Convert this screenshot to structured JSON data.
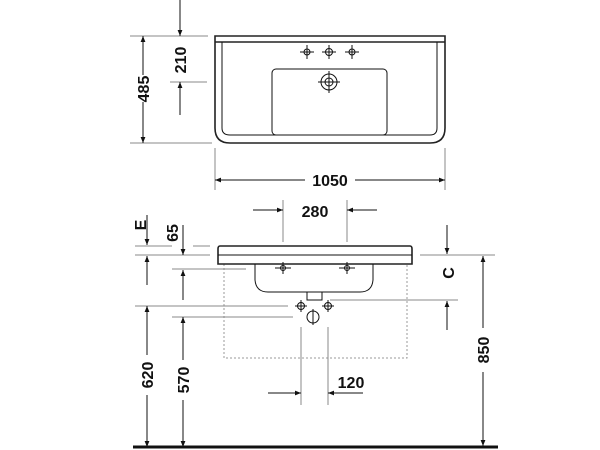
{
  "drawing": {
    "top_view": {
      "depth": "485",
      "tap_offset": "210",
      "width": "1050"
    },
    "front_view": {
      "tap_spacing": "280",
      "e_label": "E",
      "rim_height": "65",
      "c_label": "C",
      "waste_height": "620",
      "trap_height": "570",
      "waste_spacing": "120",
      "overall_height": "850"
    }
  }
}
